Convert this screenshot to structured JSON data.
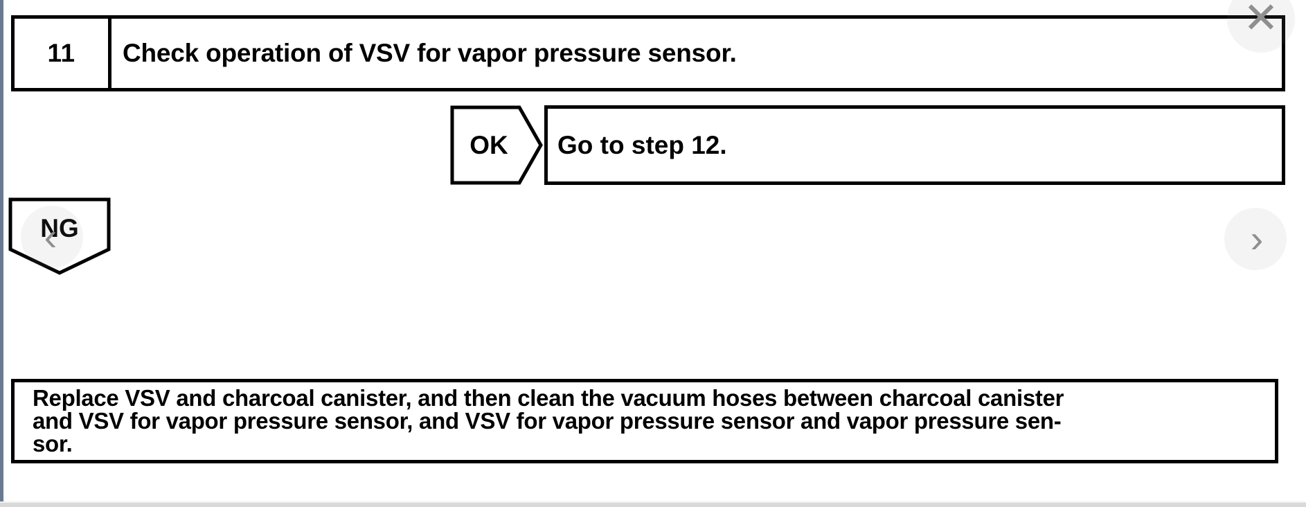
{
  "document": {
    "type": "diagnostic-flowchart",
    "page_background": "#ffffff",
    "ink_color": "#000000"
  },
  "step": {
    "number": "11",
    "title": "Check operation of VSV for vapor pressure sensor."
  },
  "branches": {
    "ok": {
      "label": "OK",
      "result_text": "Go to step 12."
    },
    "ng": {
      "label": "NG"
    }
  },
  "action": {
    "lines": [
      "Replace VSV and charcoal canister, and then clean the vacuum hoses between charcoal canister",
      "and VSV for vapor pressure sensor, and VSV for vapor pressure sensor and vapor pressure sen-",
      "sor."
    ],
    "full_text": "Replace VSV and charcoal canister, and then clean the vacuum hoses between charcoal canister and VSV for vapor pressure sensor, and VSV for vapor pressure sensor and vapor pressure sensor."
  },
  "viewer_controls": {
    "close": {
      "icon": "close-icon",
      "glyph": "✕",
      "color": "#8f8f8f"
    },
    "prev": {
      "icon": "chevron-left-icon",
      "glyph": "‹",
      "color": "#8f8f8f"
    },
    "next": {
      "icon": "chevron-right-icon",
      "glyph": "›",
      "color": "#8f8f8f"
    }
  },
  "colors": {
    "page_edge": "#6b7a90",
    "overlay_glyph": "#8f8f8f",
    "overlay_circle": "rgba(150,150,150,0.10)"
  }
}
